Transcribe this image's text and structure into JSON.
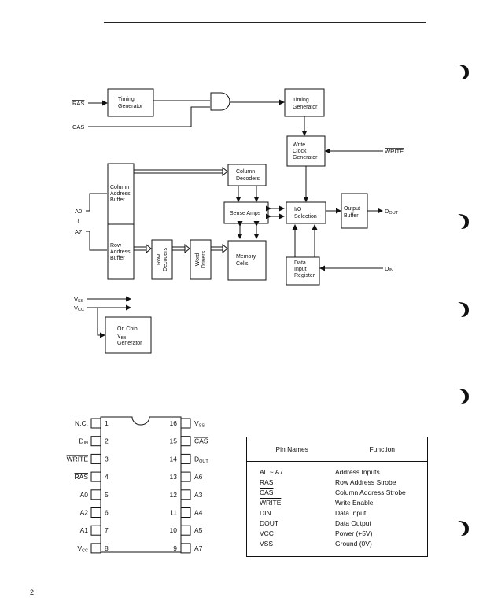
{
  "page_number": "2",
  "block_diagram": {
    "blocks": {
      "timing_gen_1": [
        "Timing",
        "Generator"
      ],
      "timing_gen_2": [
        "Timing",
        "Generator"
      ],
      "write_clock": [
        "Write",
        "Clock",
        "Generator"
      ],
      "column_decoders": [
        "Column",
        "Decoders"
      ],
      "col_addr_buffer": [
        "Column",
        "Address",
        "Buffer"
      ],
      "row_addr_buffer": [
        "Row",
        "Address",
        "Buffer"
      ],
      "sense_amps": "Sense Amps",
      "io_selection": [
        "I/O",
        "Selection"
      ],
      "output_buffer": [
        "Output",
        "Buffer"
      ],
      "row_decoders": [
        "Row",
        "Decoders"
      ],
      "word_drivers": [
        "Word",
        "Drivers"
      ],
      "memory_cells": [
        "Memory",
        "Cells"
      ],
      "data_input_reg": [
        "Data",
        "Input",
        "Register"
      ],
      "vbb_gen": [
        "On Chip",
        "V",
        "BB",
        "Generator"
      ]
    },
    "signals": {
      "ras": "RAS",
      "cas": "CAS",
      "write": "WRITE",
      "a0": "A0",
      "tilde": "≀",
      "a7": "A7",
      "dout": [
        "D",
        "OUT"
      ],
      "din": [
        "D",
        "IN"
      ],
      "vss": [
        "V",
        "SS"
      ],
      "vcc": [
        "V",
        "CC"
      ]
    }
  },
  "pinout": {
    "left": [
      {
        "num": "1",
        "label": "N.C."
      },
      {
        "num": "2",
        "label": "D",
        "sub": "IN"
      },
      {
        "num": "3",
        "label": "WRITE",
        "bar": true
      },
      {
        "num": "4",
        "label": "RAS",
        "bar": true
      },
      {
        "num": "5",
        "label": "A0"
      },
      {
        "num": "6",
        "label": "A2"
      },
      {
        "num": "7",
        "label": "A1"
      },
      {
        "num": "8",
        "label": "V",
        "sub": "CC"
      }
    ],
    "right": [
      {
        "num": "16",
        "label": "V",
        "sub": "SS"
      },
      {
        "num": "15",
        "label": "CAS",
        "bar": true
      },
      {
        "num": "14",
        "label": "D",
        "sub": "OUT"
      },
      {
        "num": "13",
        "label": "A6"
      },
      {
        "num": "12",
        "label": "A3"
      },
      {
        "num": "11",
        "label": "A4"
      },
      {
        "num": "10",
        "label": "A5"
      },
      {
        "num": "9",
        "label": "A7"
      }
    ]
  },
  "pin_names_table": {
    "header_pin": "Pin Names",
    "header_function": "Function",
    "rows": [
      {
        "pin": "A0 ~ A7",
        "function": "Address Inputs"
      },
      {
        "pin": "RAS",
        "function": "Row Address Strobe"
      },
      {
        "pin": "CAS",
        "function": "Column Address Strobe"
      },
      {
        "pin": "WRITE",
        "function": "Write Enable"
      },
      {
        "pin": "DIN",
        "function": "Data Input"
      },
      {
        "pin": "DOUT",
        "function": "Data Output"
      },
      {
        "pin": "VCC",
        "function": "Power (+5V)"
      },
      {
        "pin": "VSS",
        "function": "Ground (0V)"
      }
    ]
  }
}
